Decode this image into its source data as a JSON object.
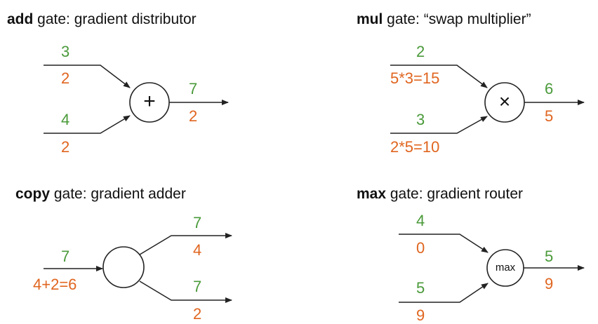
{
  "colors": {
    "forward": "#4a9a3a",
    "gradient": "#e0651f",
    "line": "#222222"
  },
  "add_gate": {
    "title_keyword": "add",
    "title_rest": " gate: gradient distributor",
    "symbol": "+",
    "in1": {
      "fwd": "3",
      "grad": "2"
    },
    "in2": {
      "fwd": "4",
      "grad": "2"
    },
    "out": {
      "fwd": "7",
      "grad": "2"
    }
  },
  "mul_gate": {
    "title_keyword": "mul",
    "title_rest": " gate: “swap multiplier”",
    "symbol": "×",
    "in1": {
      "fwd": "2",
      "grad": "5*3=15"
    },
    "in2": {
      "fwd": "3",
      "grad": "2*5=10"
    },
    "out": {
      "fwd": "6",
      "grad": "5"
    }
  },
  "copy_gate": {
    "title_keyword": "copy",
    "title_rest": " gate: gradient adder",
    "in": {
      "fwd": "7",
      "grad": "4+2=6"
    },
    "out1": {
      "fwd": "7",
      "grad": "4"
    },
    "out2": {
      "fwd": "7",
      "grad": "2"
    }
  },
  "max_gate": {
    "title_keyword": "max",
    "title_rest": " gate: gradient router",
    "symbol": "max",
    "in1": {
      "fwd": "4",
      "grad": "0"
    },
    "in2": {
      "fwd": "5",
      "grad": "9"
    },
    "out": {
      "fwd": "5",
      "grad": "9"
    }
  }
}
